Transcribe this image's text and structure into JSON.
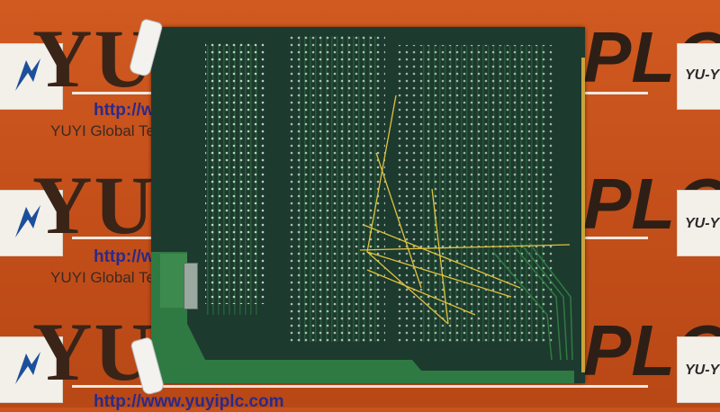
{
  "watermark": {
    "brand": "YUYI",
    "brand_suffix": "PLC",
    "url": "http://www.yuyiplc.com",
    "company": "YUYI Global Tech Co., Ltd",
    "side_text": "YU-Y"
  },
  "colors": {
    "background": "#c8541c",
    "board": "#1d3a2e",
    "trace": "#2f7a43",
    "edge_connector": "#c9a53a",
    "jumper_wire": "#e0c23c"
  }
}
